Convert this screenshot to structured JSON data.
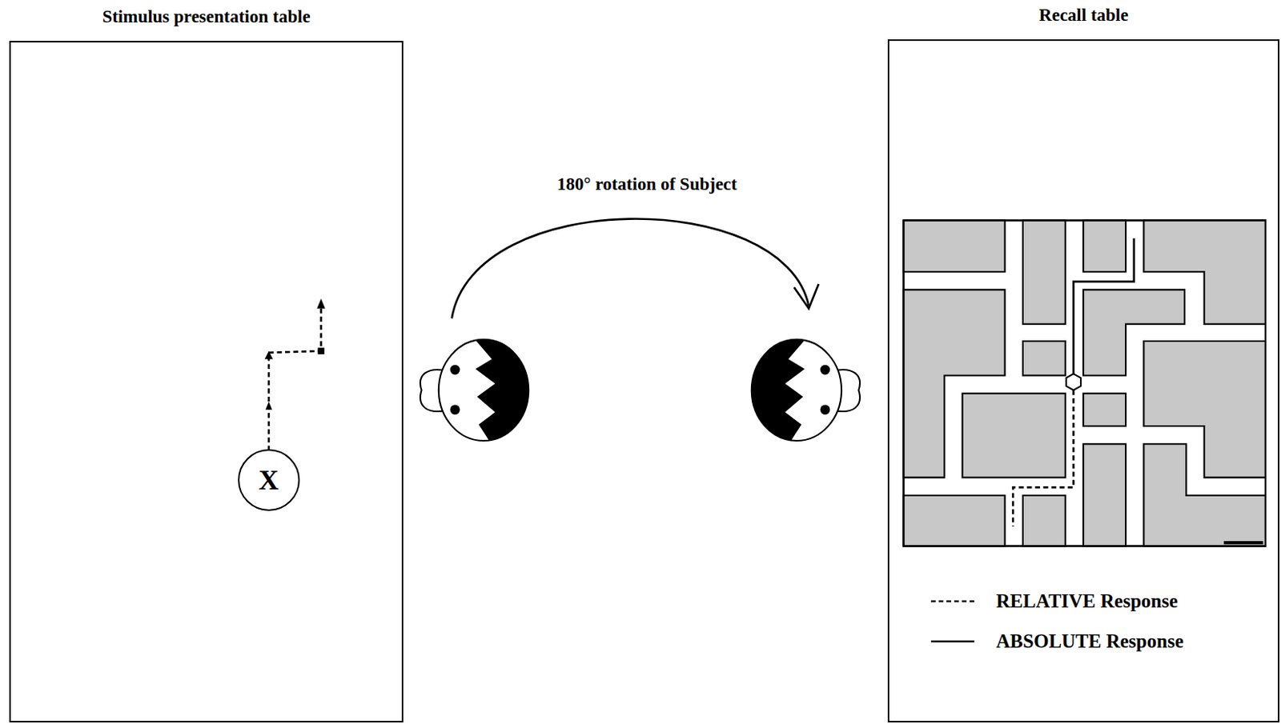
{
  "diagram": {
    "nodes": [
      {
        "text": [
          "Stimulus presentation table"
        ]
      },
      {
        "text": [
          "X"
        ],
        "in": 0
      },
      {
        "text": [
          "Recall table"
        ]
      }
    ],
    "labels": [
      "180° rotation of Subject"
    ],
    "legend": [
      {
        "text": "RELATIVE Response"
      },
      {
        "text": "ABSOLUTE Response"
      }
    ]
  }
}
